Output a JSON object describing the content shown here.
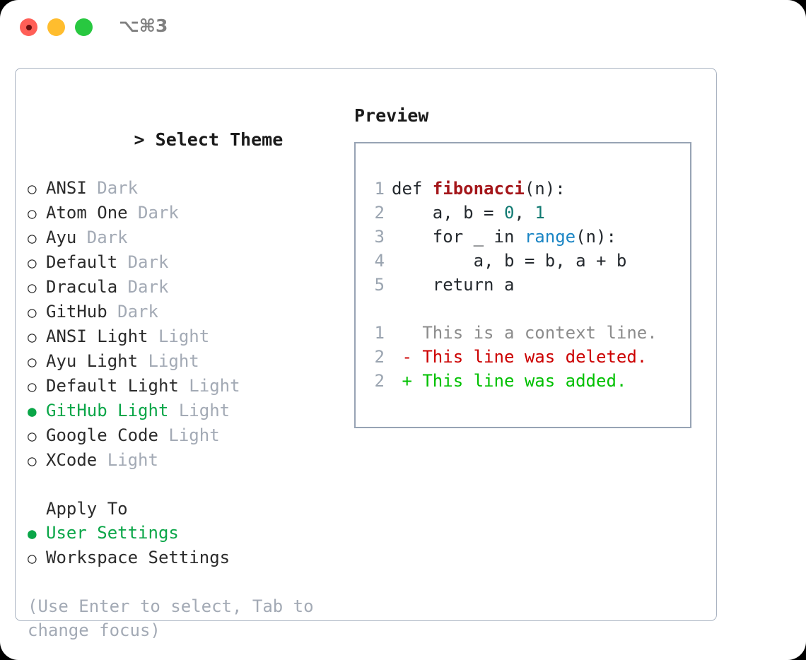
{
  "titlebar": {
    "shortcut": "⌥⌘3",
    "buttons": [
      {
        "name": "close",
        "color": "#ff5f57"
      },
      {
        "name": "minimize",
        "color": "#ffbd2e"
      },
      {
        "name": "maximize",
        "color": "#28c840"
      }
    ]
  },
  "colors": {
    "accent_green": "#0aa648",
    "muted": "#a3aab5",
    "text": "#2b2b2b",
    "panel_border": "#a9b3c1",
    "preview_border": "#97a3b4",
    "diff_add": "#00c000",
    "diff_del": "#cc0000",
    "diff_ctx": "#8c8c8c"
  },
  "theme_list": {
    "prompt": ">",
    "header": "Select Theme",
    "items": [
      {
        "bullet": "○",
        "label": "ANSI",
        "tag": "Dark",
        "selected": false
      },
      {
        "bullet": "○",
        "label": "Atom One",
        "tag": "Dark",
        "selected": false
      },
      {
        "bullet": "○",
        "label": "Ayu",
        "tag": "Dark",
        "selected": false
      },
      {
        "bullet": "○",
        "label": "Default",
        "tag": "Dark",
        "selected": false
      },
      {
        "bullet": "○",
        "label": "Dracula",
        "tag": "Dark",
        "selected": false
      },
      {
        "bullet": "○",
        "label": "GitHub",
        "tag": "Dark",
        "selected": false
      },
      {
        "bullet": "○",
        "label": "ANSI Light",
        "tag": "Light",
        "selected": false
      },
      {
        "bullet": "○",
        "label": "Ayu Light",
        "tag": "Light",
        "selected": false
      },
      {
        "bullet": "○",
        "label": "Default Light",
        "tag": "Light",
        "selected": false
      },
      {
        "bullet": "●",
        "label": "GitHub Light",
        "tag": "Light",
        "selected": true
      },
      {
        "bullet": "○",
        "label": "Google Code",
        "tag": "Light",
        "selected": false
      },
      {
        "bullet": "○",
        "label": "XCode",
        "tag": "Light",
        "selected": false
      }
    ]
  },
  "apply_to": {
    "title": "Apply To",
    "items": [
      {
        "bullet": "●",
        "label": "User Settings",
        "selected": true
      },
      {
        "bullet": "○",
        "label": "Workspace Settings",
        "selected": false
      }
    ]
  },
  "hint": "(Use Enter to select, Tab to change focus)",
  "preview": {
    "title": "Preview",
    "code_lines": [
      {
        "num": "1",
        "segments": [
          {
            "text": "def ",
            "cls": "tok-kw"
          },
          {
            "text": "fibonacci",
            "cls": "tok-fn"
          },
          {
            "text": "(n):",
            "cls": "tok-kw"
          }
        ]
      },
      {
        "num": "2",
        "segments": [
          {
            "text": "    a, b = ",
            "cls": "tok-kw"
          },
          {
            "text": "0",
            "cls": "tok-num"
          },
          {
            "text": ", ",
            "cls": "tok-kw"
          },
          {
            "text": "1",
            "cls": "tok-num"
          }
        ]
      },
      {
        "num": "3",
        "segments": [
          {
            "text": "    for _ in ",
            "cls": "tok-kw"
          },
          {
            "text": "range",
            "cls": "tok-builtin"
          },
          {
            "text": "(n):",
            "cls": "tok-kw"
          }
        ]
      },
      {
        "num": "4",
        "segments": [
          {
            "text": "        a, b = b, a + b",
            "cls": "tok-kw"
          }
        ]
      },
      {
        "num": "5",
        "segments": [
          {
            "text": "    return a",
            "cls": "tok-kw"
          }
        ]
      }
    ],
    "diff_lines": [
      {
        "num": "1",
        "marker": " ",
        "text": " This is a context line.",
        "kind": "diff-ctx"
      },
      {
        "num": "2",
        "marker": "-",
        "text": " This line was deleted.",
        "kind": "diff-del"
      },
      {
        "num": "2",
        "marker": "+",
        "text": " This line was added.",
        "kind": "diff-add"
      }
    ]
  }
}
